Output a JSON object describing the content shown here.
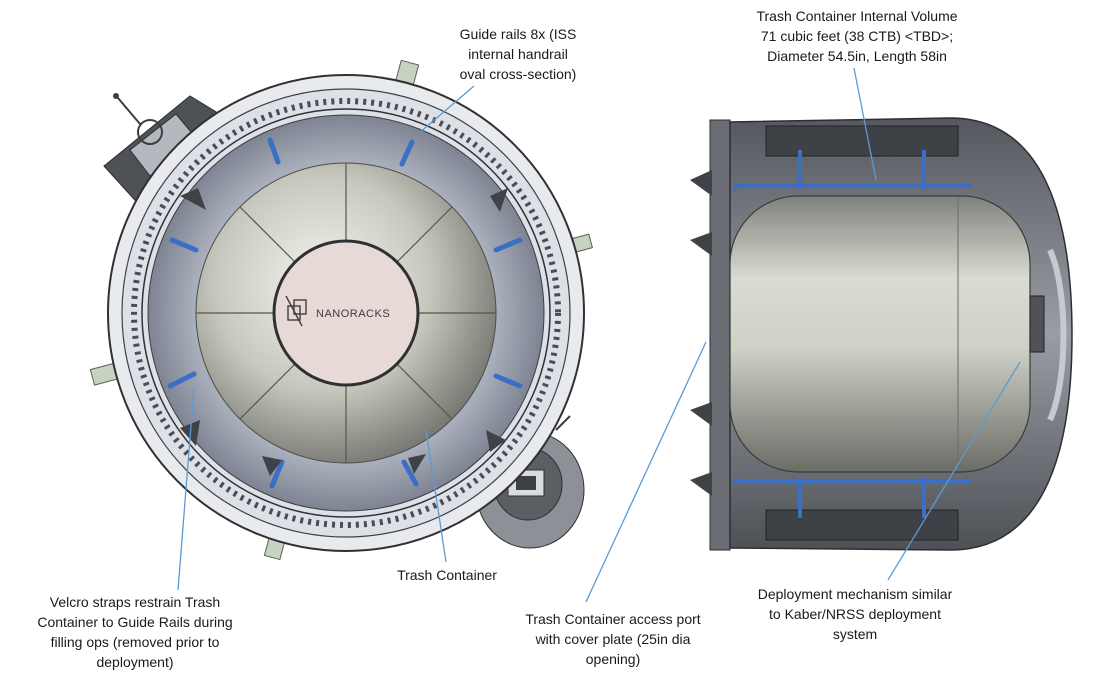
{
  "logo": {
    "text": "NANORACKS",
    "icon": "nanoracks-logo-mark"
  },
  "callouts": {
    "guide_rails": [
      "Guide rails 8x (ISS",
      "internal handrail",
      "oval cross-section)"
    ],
    "internal_volume": [
      "Trash Container Internal Volume",
      "71 cubic feet (38 CTB) <TBD>;",
      "Diameter 54.5in, Length 58in"
    ],
    "trash_container": [
      "Trash Container"
    ],
    "velcro_straps": [
      "Velcro straps restrain Trash",
      "Container to Guide Rails during",
      "filling ops (removed prior to",
      "deployment)"
    ],
    "access_port": [
      "Trash Container access port",
      "with cover plate (25in dia",
      "opening)"
    ],
    "deployment_mechanism": [
      "Deployment mechanism similar",
      "to Kaber/NRSS deployment",
      "system"
    ]
  },
  "colors": {
    "leader_line": "#5b9bd5",
    "rail_blue": "#3a6fc4",
    "ring_gray": "#c9ccd3",
    "dark_structure": "#4a4d52"
  }
}
